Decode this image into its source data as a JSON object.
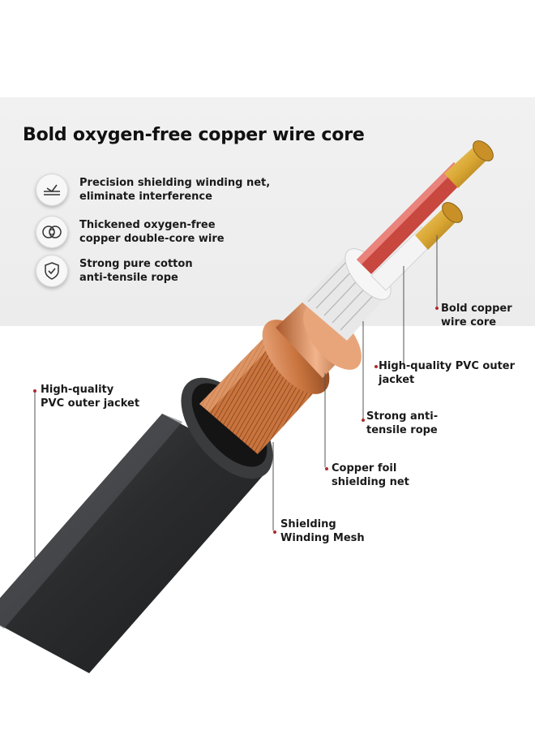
{
  "headline": "Bold oxygen-free copper wire core",
  "features": [
    {
      "line1": "Precision shielding winding net,",
      "line2": "eliminate interference",
      "icon": "winding-net-icon"
    },
    {
      "line1": "Thickened oxygen-free",
      "line2": "copper double-core wire",
      "icon": "double-core-icon"
    },
    {
      "line1": "Strong pure cotton",
      "line2": "anti-tensile rope",
      "icon": "shield-check-icon"
    }
  ],
  "callouts": {
    "bold_copper": {
      "line1": "Bold copper",
      "line2": "wire core"
    },
    "pvc_inner": {
      "line1": "High-quality PVC outer",
      "line2": "jacket"
    },
    "anti_tensile": {
      "line1": "Strong anti-",
      "line2": "tensile rope"
    },
    "copper_foil": {
      "line1": "Copper foil",
      "line2": "shielding net"
    },
    "winding_mesh": {
      "line1": "Shielding",
      "line2": "Winding Mesh"
    },
    "pvc_outer": {
      "line1": "High-quality",
      "line2": "PVC outer jacket"
    }
  },
  "colors": {
    "accent_dot": "#b02a2a",
    "jacket": "#2b2c2e",
    "copper": "#c9743e",
    "red_insulation": "#c8473f",
    "white_insulation": "#f2f2f2",
    "gold_core": "#d9a632"
  }
}
